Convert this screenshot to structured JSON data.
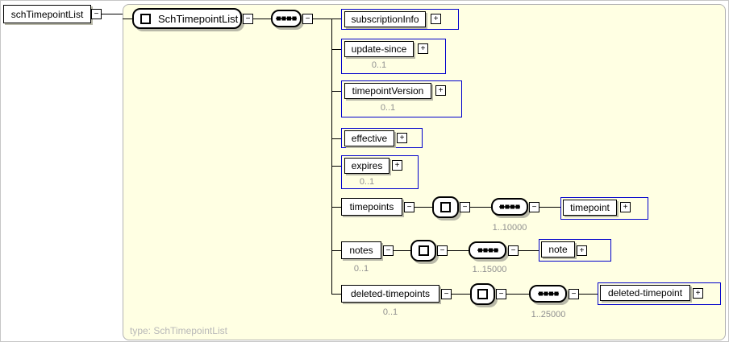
{
  "page": {
    "root_element": "schTimepointList",
    "type_caption": "type: SchTimepointList"
  },
  "compositor": {
    "type_name": "SchTimepointList"
  },
  "icons": {
    "expand": "+",
    "collapse": "−"
  },
  "rows": [
    {
      "label": "subscriptionInfo",
      "occurrence": ""
    },
    {
      "label": "update-since",
      "occurrence": "0..1"
    },
    {
      "label": "timepointVersion",
      "occurrence": "0..1"
    },
    {
      "label": "effective",
      "occurrence": ""
    },
    {
      "label": "expires",
      "occurrence": "0..1"
    },
    {
      "label": "timepoints",
      "occurrence": "",
      "child_label": "timepoint",
      "child_occurrence": "1..10000"
    },
    {
      "label": "notes",
      "occurrence": "0..1",
      "child_label": "note",
      "child_occurrence": "1..15000"
    },
    {
      "label": "deleted-timepoints",
      "occurrence": "0..1",
      "child_label": "deleted-timepoint",
      "child_occurrence": "1..25000"
    }
  ],
  "colors": {
    "canvas_fill": "#ffffe3",
    "element_blue": "#0000cc",
    "shadow_gray": "#b9b9a9",
    "muted_gray": "#909090",
    "caption_gray": "#b8b8b8"
  }
}
